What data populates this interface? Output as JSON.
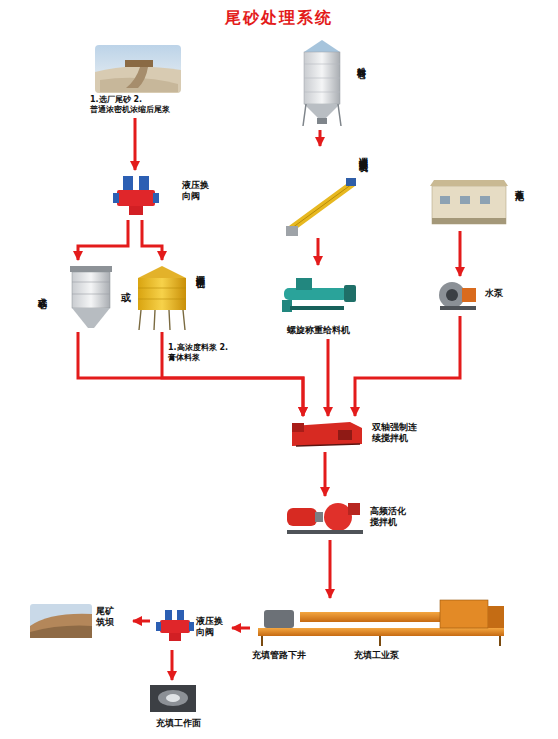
{
  "diagram": {
    "title": "尾砂处理系统",
    "nodes": [
      {
        "text": [
          "1.选厂尾砂 2.普通浓密机浓缩后尾浆"
        ]
      },
      {
        "text": [
          "粉料筒仓"
        ]
      },
      {
        "text": [
          "液压换向阀"
        ]
      },
      {
        "text": [
          "调速螺旋输送机"
        ]
      },
      {
        "text": [
          "蓄水池"
        ]
      },
      {
        "text": [
          "立式砂仓"
        ]
      },
      {
        "text": [
          "深锥浓密机"
        ]
      },
      {
        "text": [
          "螺旋称重给料机"
        ]
      },
      {
        "text": [
          "水泵"
        ]
      },
      {
        "text": [
          "双轴强制连续搅拌机"
        ]
      },
      {
        "text": [
          "高频活化搅拌机"
        ]
      },
      {
        "text": [
          "充填管路下井",
          "充填工业泵"
        ]
      },
      {
        "text": [
          "液压换向阀"
        ]
      },
      {
        "text": [
          "尾矿筑坝"
        ]
      },
      {
        "text": [
          "充填工作面"
        ]
      }
    ],
    "edges": [
      {
        "from": 0,
        "to": 2,
        "arrow": "to"
      },
      {
        "from": 2,
        "to": 5,
        "arrow": "to"
      },
      {
        "from": 2,
        "to": 6,
        "arrow": "to"
      },
      {
        "from": 1,
        "to": 3,
        "arrow": "to"
      },
      {
        "from": 3,
        "to": 7,
        "arrow": "to"
      },
      {
        "from": 4,
        "to": 8,
        "arrow": "to"
      },
      {
        "from": 5,
        "to": 9,
        "arrow": "to"
      },
      {
        "from": 6,
        "to": 9,
        "label": "1.高浓度料浆 2.膏体料浆",
        "arrow": "to"
      },
      {
        "from": 7,
        "to": 9,
        "arrow": "to"
      },
      {
        "from": 8,
        "to": 9,
        "arrow": "to"
      },
      {
        "from": 9,
        "to": 10,
        "arrow": "to"
      },
      {
        "from": 10,
        "to": 11,
        "arrow": "to"
      },
      {
        "from": 11,
        "to": 12,
        "arrow": "to"
      },
      {
        "from": 12,
        "to": 13,
        "arrow": "to"
      },
      {
        "from": 12,
        "to": 14,
        "arrow": "to"
      }
    ],
    "labels": [
      "或"
    ]
  }
}
